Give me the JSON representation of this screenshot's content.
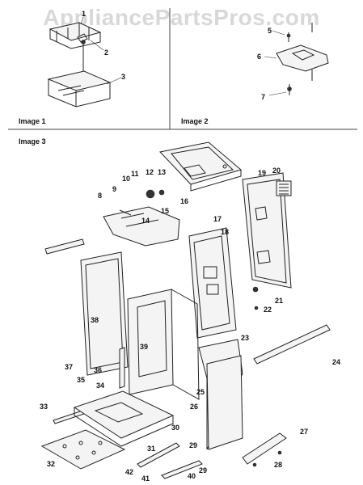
{
  "watermark": "AppliancePartsPros.com",
  "panels": [
    {
      "label": "Image 1"
    },
    {
      "label": "Image 2"
    },
    {
      "label": "Image 3"
    }
  ],
  "callouts": [
    "1",
    "2",
    "3",
    "5",
    "6",
    "7",
    "8",
    "9",
    "10",
    "11",
    "12",
    "13",
    "14",
    "15",
    "16",
    "17",
    "18",
    "19",
    "20",
    "21",
    "22",
    "23",
    "24",
    "25",
    "26",
    "27",
    "28",
    "29",
    "29",
    "30",
    "31",
    "32",
    "33",
    "34",
    "35",
    "36",
    "37",
    "38",
    "39",
    "40",
    "41",
    "42"
  ]
}
